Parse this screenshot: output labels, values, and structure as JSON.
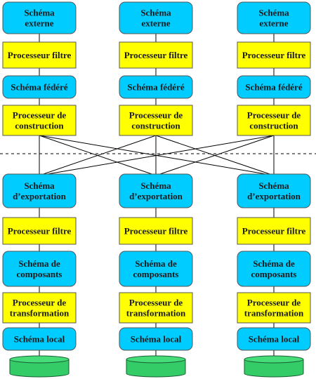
{
  "columns": [
    {
      "id": "left",
      "boxes": [
        {
          "type": "schema",
          "lines": [
            "Schéma",
            "externe"
          ]
        },
        {
          "type": "processor",
          "lines": [
            "Processeur filtre"
          ]
        },
        {
          "type": "schema",
          "lines": [
            "Schéma fédéré"
          ]
        },
        {
          "type": "processor",
          "lines": [
            "Processeur de",
            "construction"
          ]
        },
        {
          "type": "schema",
          "lines": [
            "Schéma",
            "d’exportation"
          ]
        },
        {
          "type": "processor",
          "lines": [
            "Processeur filtre"
          ]
        },
        {
          "type": "schema",
          "lines": [
            "Schéma de",
            "composants"
          ]
        },
        {
          "type": "processor",
          "lines": [
            "Processeur de",
            "transformation"
          ]
        },
        {
          "type": "schema",
          "lines": [
            "Schéma local"
          ]
        },
        {
          "type": "database",
          "lines": []
        }
      ]
    },
    {
      "id": "middle",
      "boxes": [
        {
          "type": "schema",
          "lines": [
            "Schéma",
            "externe"
          ]
        },
        {
          "type": "processor",
          "lines": [
            "Processeur filtre"
          ]
        },
        {
          "type": "schema",
          "lines": [
            "Schéma fédéré"
          ]
        },
        {
          "type": "processor",
          "lines": [
            "Processeur de",
            "construction"
          ]
        },
        {
          "type": "schema",
          "lines": [
            "Schéma",
            "d’exportation"
          ]
        },
        {
          "type": "processor",
          "lines": [
            "Processeur filtre"
          ]
        },
        {
          "type": "schema",
          "lines": [
            "Schéma de",
            "composants"
          ]
        },
        {
          "type": "processor",
          "lines": [
            "Processeur de",
            "transformation"
          ]
        },
        {
          "type": "schema",
          "lines": [
            "Schéma local"
          ]
        },
        {
          "type": "database",
          "lines": []
        }
      ]
    },
    {
      "id": "right",
      "boxes": [
        {
          "type": "schema",
          "lines": [
            "Schéma",
            "externe"
          ]
        },
        {
          "type": "processor",
          "lines": [
            "Processeur filtre"
          ]
        },
        {
          "type": "schema",
          "lines": [
            "Schéma fédéré"
          ]
        },
        {
          "type": "processor",
          "lines": [
            "Processeur de",
            "construction"
          ]
        },
        {
          "type": "schema",
          "lines": [
            "Schéma",
            "d’exportation"
          ]
        },
        {
          "type": "processor",
          "lines": [
            "Processeur filtre"
          ]
        },
        {
          "type": "schema",
          "lines": [
            "Schéma de",
            "composants"
          ]
        },
        {
          "type": "processor",
          "lines": [
            "Processeur de",
            "transformation"
          ]
        },
        {
          "type": "schema",
          "lines": [
            "Schéma local"
          ]
        },
        {
          "type": "database",
          "lines": []
        }
      ]
    }
  ],
  "connections": {
    "construction_to_export": "each construction processor connects to every export schema",
    "separator": "dashed"
  },
  "colors": {
    "schema_fill": "#00ccff",
    "processor_fill": "#ffff00",
    "database_fill": "#33cc66",
    "border": "#555555",
    "line": "#000000"
  }
}
